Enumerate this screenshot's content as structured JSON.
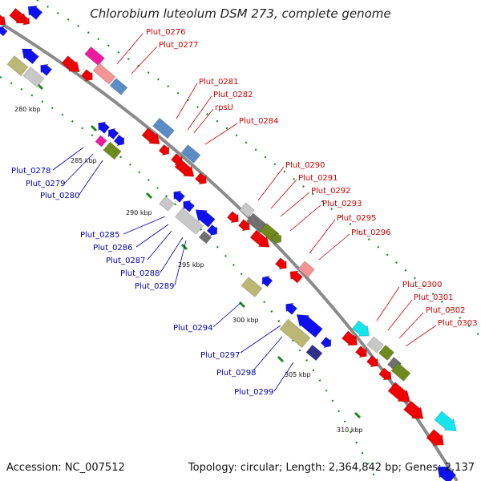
{
  "title": "Chlorobium luteolum DSM 273, complete genome",
  "footer": {
    "accession": "Accession: NC_007512",
    "topology": "Topology: circular; Length: 2,364,842 bp; Genes: 2,137"
  },
  "colors": {
    "red": "#ee0000",
    "blue": "#1010ee",
    "steel": "#5c8cc4",
    "olive": "#6e8a1e",
    "khaki": "#bcb774",
    "silver": "#c8c8c8",
    "gray": "#707070",
    "magenta": "#ee1aa0",
    "pink": "#f49494",
    "cyan": "#14e4ec",
    "navy": "#303088",
    "label_red": "#cc0000",
    "label_blue": "#0000aa",
    "backbone": "#8a8a8a",
    "ticks": "#1a8a1a"
  },
  "scale_labels": [
    {
      "text": "280 kbp"
    },
    {
      "text": "285 kbp"
    },
    {
      "text": "290 kbp"
    },
    {
      "text": "295 kbp"
    },
    {
      "text": "300 kbp"
    },
    {
      "text": "305 kbp"
    },
    {
      "text": "310 kbp"
    }
  ],
  "gene_labels_red": [
    {
      "text": "Plut_0276"
    },
    {
      "text": "Plut_0277"
    },
    {
      "text": "Plut_0281"
    },
    {
      "text": "Plut_0282"
    },
    {
      "text": "rpsU"
    },
    {
      "text": "Plut_0284"
    },
    {
      "text": "Plut_0290"
    },
    {
      "text": "Plut_0291"
    },
    {
      "text": "Plut_0292"
    },
    {
      "text": "Plut_0293"
    },
    {
      "text": "Plut_0295"
    },
    {
      "text": "Plut_0296"
    },
    {
      "text": "Plut_0300"
    },
    {
      "text": "Plut_0301"
    },
    {
      "text": "Plut_0302"
    },
    {
      "text": "Plut_0303"
    }
  ],
  "gene_labels_blue": [
    {
      "text": "Plut_0278"
    },
    {
      "text": "Plut_0279"
    },
    {
      "text": "Plut_0280"
    },
    {
      "text": "Plut_0285"
    },
    {
      "text": "Plut_0286"
    },
    {
      "text": "Plut_0287"
    },
    {
      "text": "Plut_0288"
    },
    {
      "text": "Plut_0289"
    },
    {
      "text": "Plut_0294"
    },
    {
      "text": "Plut_0297"
    },
    {
      "text": "Plut_0298"
    },
    {
      "text": "Plut_0299"
    }
  ]
}
